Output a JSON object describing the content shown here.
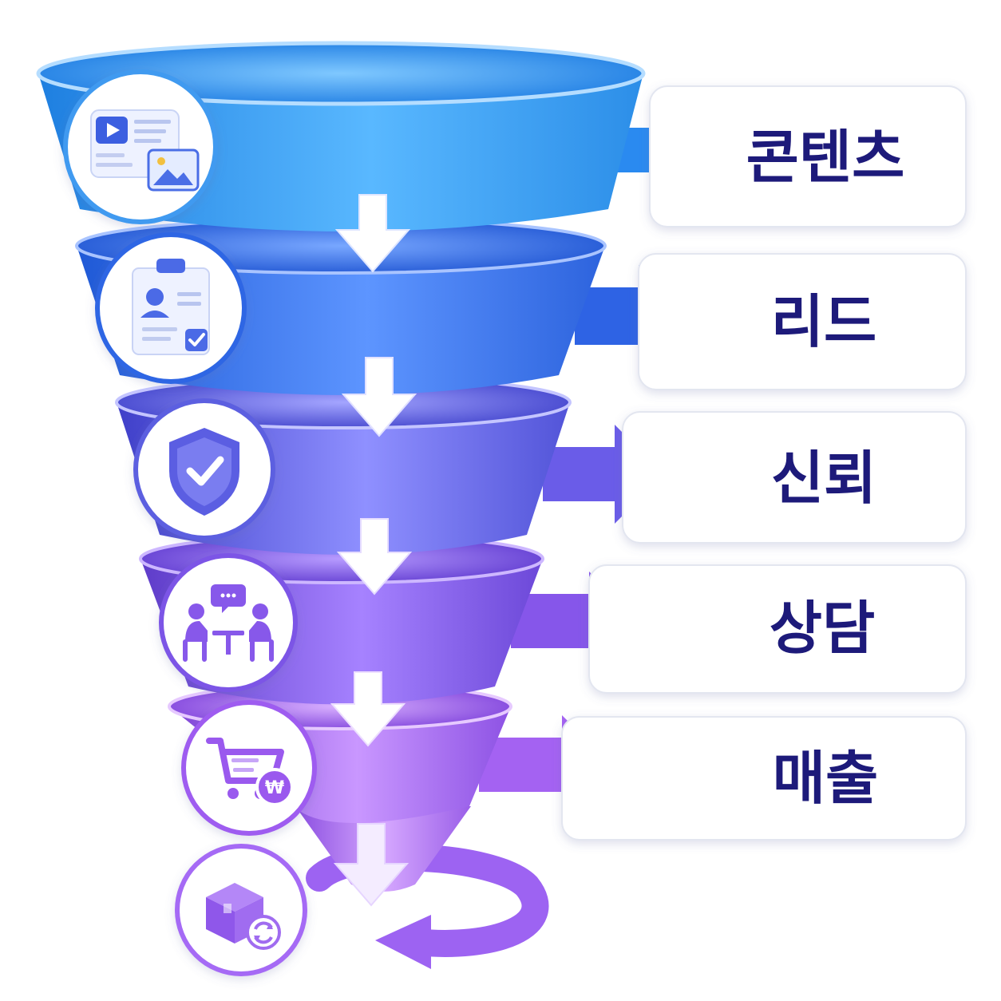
{
  "stages": [
    {
      "label": "콘텐츠",
      "icon": "content-media-icon",
      "color": "#2f9cf0"
    },
    {
      "label": "리드",
      "icon": "lead-clipboard-icon",
      "color": "#2f6fe6"
    },
    {
      "label": "신뢰",
      "icon": "trust-shield-icon",
      "color": "#5a5ee0"
    },
    {
      "label": "상담",
      "icon": "consultation-meeting-icon",
      "color": "#7b55e6"
    },
    {
      "label": "매출",
      "icon": "sales-cart-won-icon",
      "color": "#9e5cf0"
    }
  ],
  "loop": {
    "icon": "repurchase-box-icon",
    "color": "#a56af5"
  },
  "label_text_color": "#1d1a7a"
}
